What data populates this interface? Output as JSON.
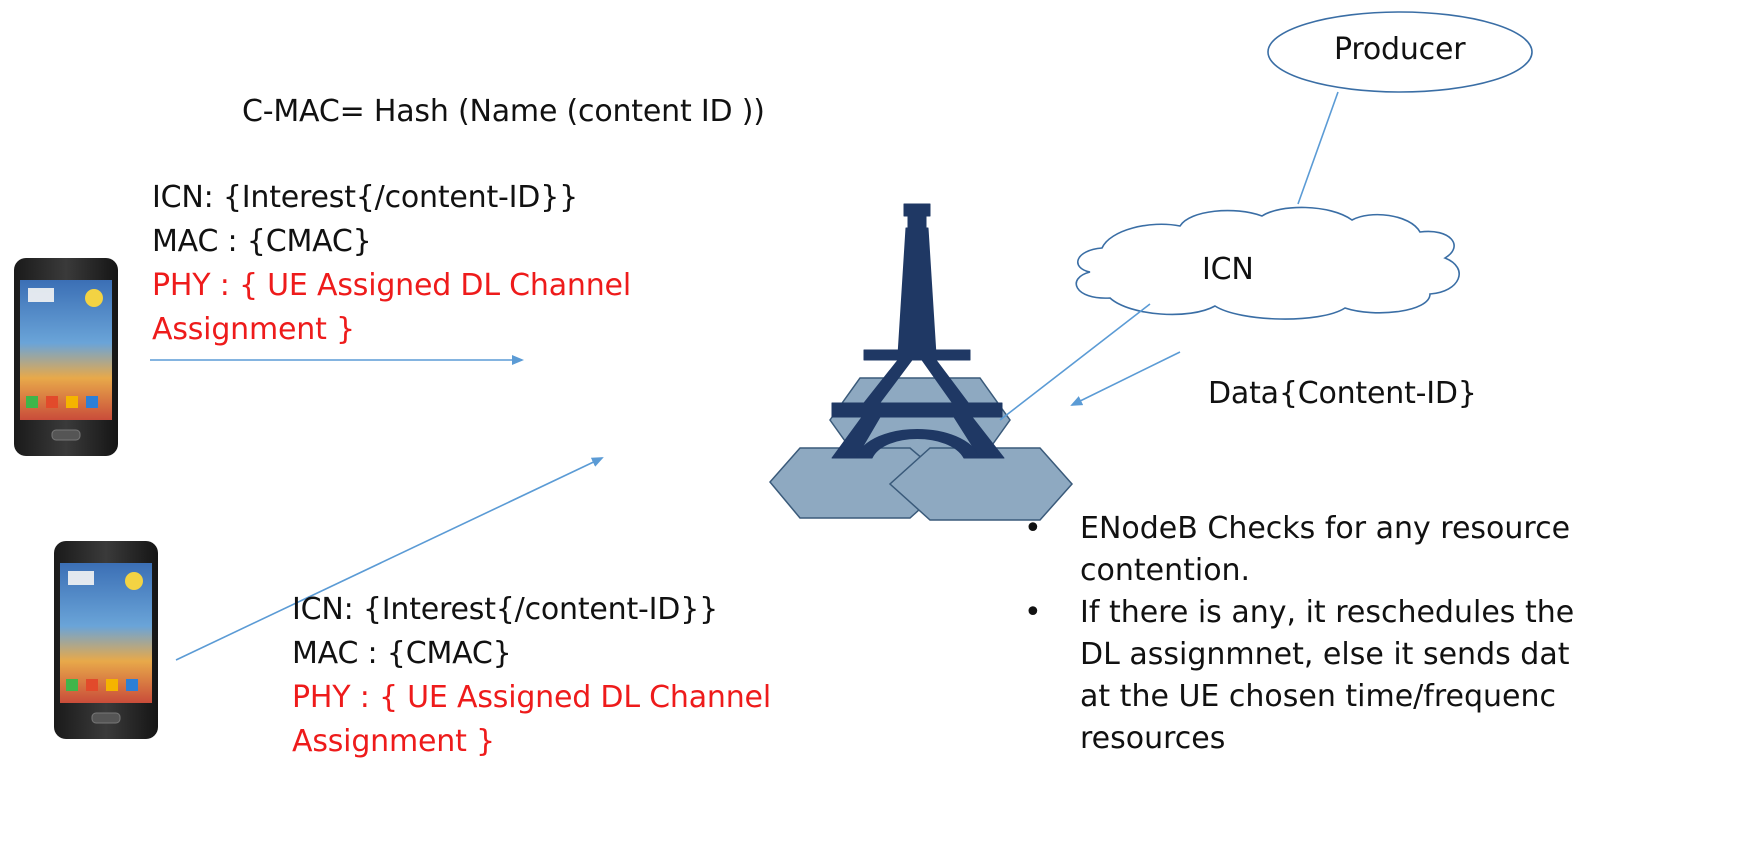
{
  "formula": "C-MAC= Hash (Name (content ID ))",
  "producer_label": "Producer",
  "icn_cloud_label": "ICN",
  "data_label": "Data{Content-ID}",
  "ue1_message": {
    "interest": "ICN: {Interest{/content-ID}}",
    "mac": "MAC : {CMAC}",
    "phy_line1": "PHY : { UE Assigned DL  Channel",
    "phy_line2": "Assignment }"
  },
  "ue2_message": {
    "interest": "ICN: {Interest{/content-ID}}",
    "mac": "MAC : {CMAC}",
    "phy_line1": "PHY : { UE Assigned DL  Channel",
    "phy_line2": "Assignment }"
  },
  "bullets": [
    {
      "line1": "ENodeB Checks for any resource",
      "line2": "contention.",
      "line3": "",
      "line4": ""
    },
    {
      "line1": "If there is any, it reschedules the",
      "line2": "DL assignmnet, else it sends dat",
      "line3": "at the UE chosen time/frequenc",
      "line4": "resources"
    }
  ],
  "icons": {
    "phone": "smartphone-icon",
    "tower": "eiffel-tower-icon",
    "cells": "hexagon-cell-icon",
    "cloud": "cloud-icon",
    "producer": "ellipse-node-icon"
  },
  "colors": {
    "arrow": "#5b9bd5",
    "tower": "#1f3864",
    "hexagon_fill": "#8ea9c1",
    "phy_text": "#ee1b1b",
    "outline": "#3a6ea5"
  }
}
